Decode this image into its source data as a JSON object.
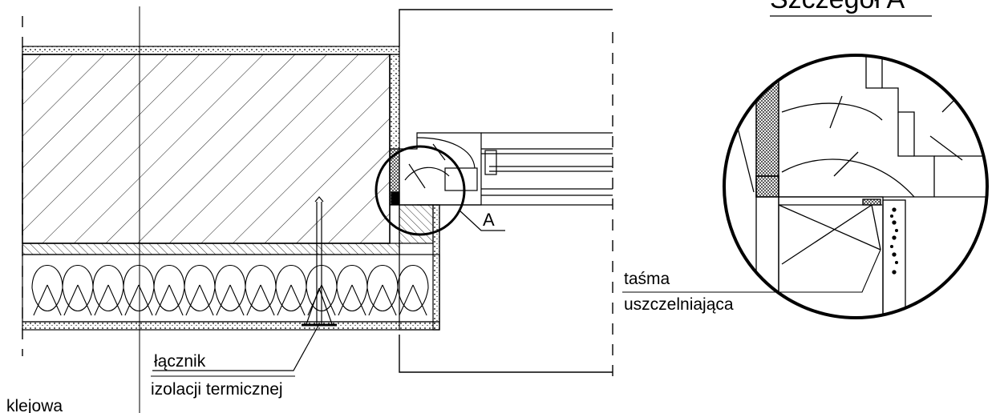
{
  "labels": {
    "detail_title": "Szczegół A",
    "detail_marker": "A",
    "sealing_tape_line1": "taśma",
    "sealing_tape_line2": "uszczelniająca",
    "connector_line1": "łącznik",
    "connector_line2": "izolacji termicznej",
    "adhesive_partial": "klejowa"
  },
  "colors": {
    "line": "#000000",
    "background": "#ffffff"
  }
}
